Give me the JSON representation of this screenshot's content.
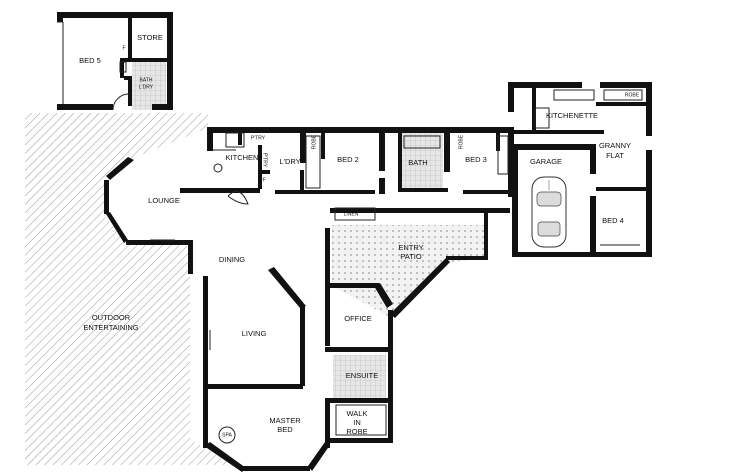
{
  "rooms": {
    "bed5": "BED 5",
    "store": "STORE",
    "bath_ldry_1": "BATH",
    "bath_ldry_2": "L'DRY",
    "kitchen": "KITCHEN",
    "ptry_top": "P'TRY",
    "ptry_side": "P'TRY",
    "laundry": "L'DRY",
    "bed2": "BED 2",
    "robe_bed2": "ROBE",
    "bath": "BATH",
    "robe_bath": "ROBE",
    "bed3": "BED 3",
    "lounge": "LOUNGE",
    "linen": "LINEN",
    "kitchenette": "KITCHENETTE",
    "granny_1": "GRANNY",
    "granny_2": "FLAT",
    "garage": "GARAGE",
    "bed4": "BED 4",
    "robe_flat": "ROBE",
    "entry_1": "ENTRY",
    "entry_2": "PATIO",
    "dining": "DINING",
    "outdoor_1": "OUTDOOR",
    "outdoor_2": "ENTERTAINING",
    "living": "LIVING",
    "office": "OFFICE",
    "ensuite": "ENSUITE",
    "walk_1": "WALK",
    "walk_2": "IN",
    "walk_3": "ROBE",
    "master_1": "MASTER",
    "master_2": "BED",
    "spa": "SPA",
    "fridge_1": "F",
    "fridge_2": "F"
  }
}
